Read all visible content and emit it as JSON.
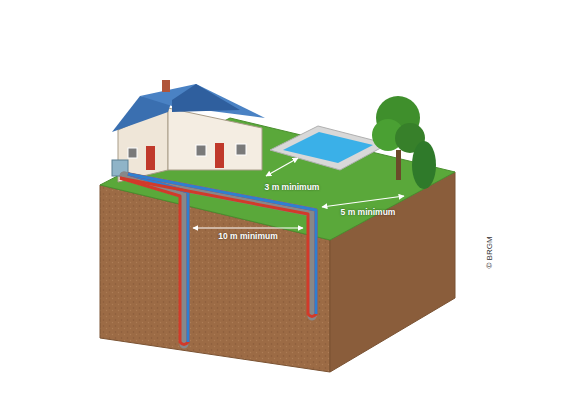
{
  "diagram": {
    "labels": [
      "3 m minimum",
      "10 m minimum",
      "5 m minimum",
      "© BRGM"
    ]
  }
}
